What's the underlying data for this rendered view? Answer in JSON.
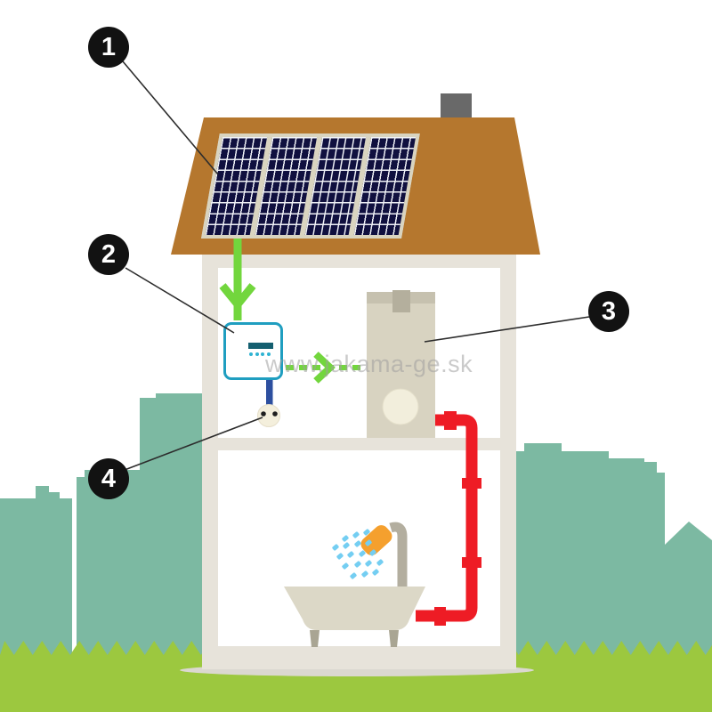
{
  "watermark": {
    "text": "www.jakama-ge.sk"
  },
  "callouts": [
    {
      "number": "1",
      "points_to": "solar-panel"
    },
    {
      "number": "2",
      "points_to": "controller"
    },
    {
      "number": "3",
      "points_to": "water-heater"
    },
    {
      "number": "4",
      "points_to": "power-socket"
    }
  ],
  "colors": {
    "roof": "#b5772e",
    "chimney": "#696969",
    "cell": "#10103f",
    "frame": "#d9d4c0",
    "wall": "#e7e3da",
    "room": "#ffffff",
    "heater": "#d8d3c1",
    "heater_band": "#c6c1af",
    "heater_cap": "#b4af9d",
    "heater_door": "#f2eedc",
    "ctrl_border": "#1f9ec0",
    "ctrl_display": "#145f70",
    "ctrl_dot": "#2fb3d2",
    "wire": "#2d4f9f",
    "socket": "#f4efdc",
    "green": "#72d63d",
    "red": "#ee1c25",
    "teal": "#7cb9a2",
    "grass": "#9cc83f",
    "shadow": "#dbd8d0",
    "callout": "#121212",
    "callout_text": "#ffffff",
    "tub": "#dcd8c7",
    "leg": "#a9a593",
    "spipe": "#b3ae9f",
    "head": "#f5a02e",
    "drop": "#74cef2",
    "wm": "#a0a0a0"
  }
}
